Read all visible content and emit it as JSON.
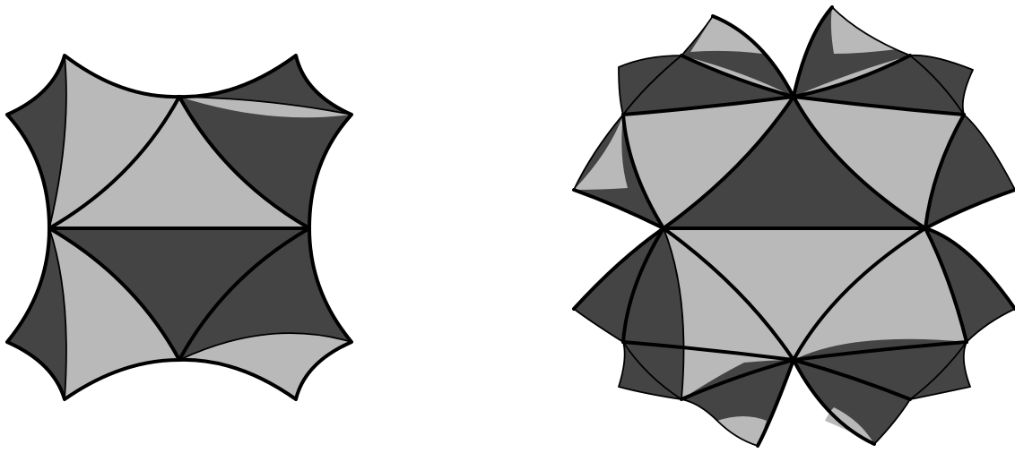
{
  "figures": [
    {
      "id": "left",
      "tiling": "hyperbolic-triangle-tiling",
      "iterations": 1
    },
    {
      "id": "right",
      "tiling": "hyperbolic-triangle-tiling",
      "iterations": 2
    }
  ],
  "colors": {
    "dark": "#444444",
    "light": "#b9b9b9",
    "edge": "#000000",
    "background": "#ffffff"
  }
}
